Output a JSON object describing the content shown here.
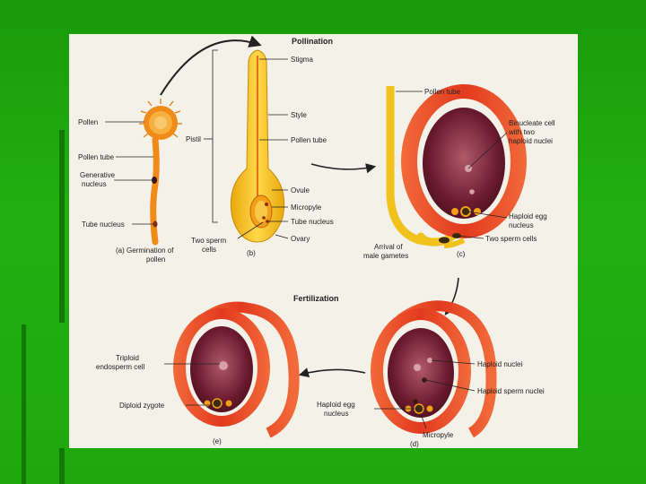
{
  "headings": {
    "pollination": "Pollination",
    "fertilization": "Fertilization"
  },
  "panel_a": {
    "caption_line1": "(a) Germination of",
    "caption_line2": "pollen",
    "pollen": "Pollen",
    "pollen_tube": "Pollen tube",
    "generative_line1": "Generative",
    "generative_line2": "nucleus",
    "tube_nucleus": "Tube nucleus"
  },
  "panel_b": {
    "caption": "(b)",
    "stigma": "Stigma",
    "style": "Style",
    "pistil": "Pistil",
    "pollen_tube": "Pollen tube",
    "ovule": "Ovule",
    "micropyle": "Micropyle",
    "tube_nucleus": "Tube nucleus",
    "ovary": "Ovary",
    "two_sperm_line1": "Two sperm",
    "two_sperm_line2": "cells"
  },
  "panel_c": {
    "caption": "(c)",
    "pollen_tube": "Pollen tube",
    "binucleate_line1": "Binucleate cell",
    "binucleate_line2": "with two",
    "binucleate_line3": "haploid nuclei",
    "egg_line1": "Haploid egg",
    "egg_line2": "nucleus",
    "two_sperm": "Two sperm cells",
    "arrival_line1": "Arrival of",
    "arrival_line2": "male gametes"
  },
  "panel_d": {
    "caption": "(d)",
    "haploid_nuclei": "Haploid nuclei",
    "haploid_sperm": "Haploid sperm nuclei",
    "egg_line1": "Haploid egg",
    "egg_line2": "nucleus",
    "micropyle": "Micropyle"
  },
  "panel_e": {
    "caption": "(e)",
    "triploid_line1": "Triploid",
    "triploid_line2": "endosperm cell",
    "diploid": "Diploid zygote"
  },
  "colors": {
    "slide_green": "#1fa80e",
    "integument_red": "#e8502a",
    "embryo_sac": "#6a1a2e",
    "pollen_orange": "#f08a18",
    "pistil_yellow": "#f2c21c"
  }
}
